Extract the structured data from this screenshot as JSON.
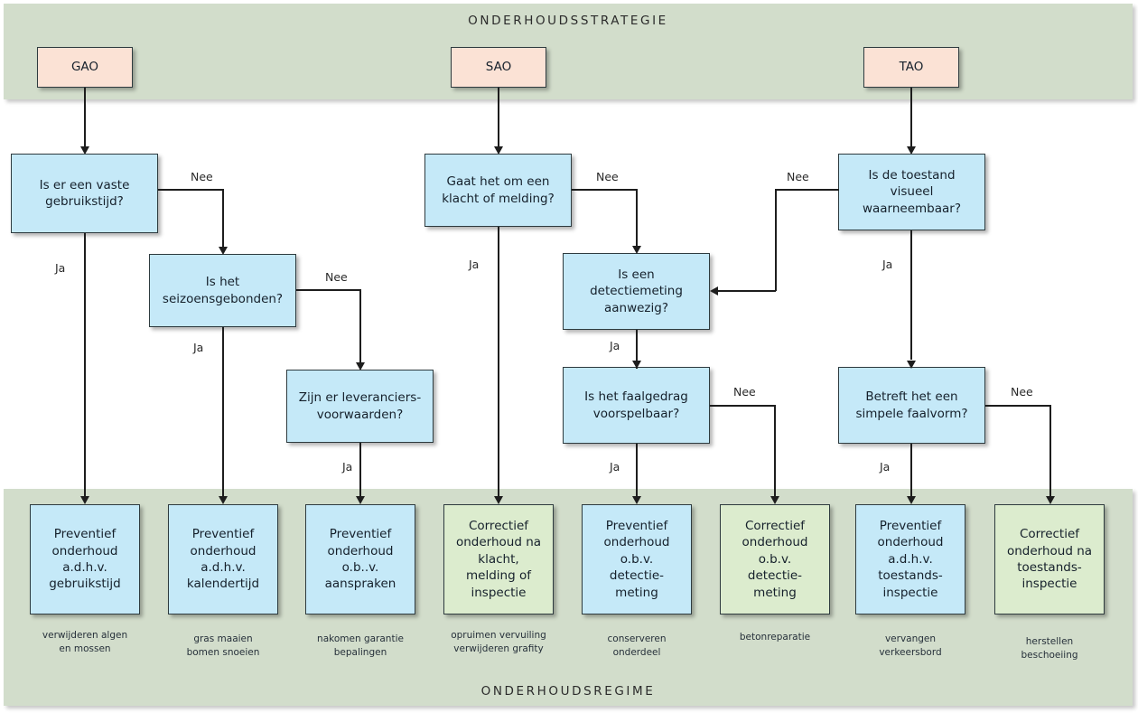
{
  "bands": {
    "top": {
      "title": "ONDERHOUDSSTRATEGIE"
    },
    "bottom": {
      "title": "ONDERHOUDSREGIME"
    }
  },
  "strategies": [
    {
      "id": "gao",
      "label": "GAO"
    },
    {
      "id": "sao",
      "label": "SAO"
    },
    {
      "id": "tao",
      "label": "TAO"
    }
  ],
  "decisions": [
    {
      "id": "vaste-gebruikstijd",
      "label": "Is er een vaste\ngebruikstijd?"
    },
    {
      "id": "seizoensgebonden",
      "label": "Is het\nseizoensgebonden?"
    },
    {
      "id": "leveranciersvoorwaarden",
      "label": "Zijn er leveranciers-\nvoorwaarden?"
    },
    {
      "id": "klacht-of-melding",
      "label": "Gaat het om een\nklacht of melding?"
    },
    {
      "id": "detectiemeting",
      "label": "Is een\ndetectiemeting\naanwezig?"
    },
    {
      "id": "faalgedrag",
      "label": "Is het faalgedrag\nvoorspelbaar?"
    },
    {
      "id": "toestand-visueel",
      "label": "Is de toestand\nvisueel\nwaarneembaar?"
    },
    {
      "id": "simpele-faalvorm",
      "label": "Betreft het een\nsimpele faalvorm?"
    }
  ],
  "outcomes": [
    {
      "id": "preventief-gebruikstijd",
      "kind": "preventief",
      "label": "Preventief\nonderhoud\na.d.h.v.\ngebruikstijd",
      "caption": "verwijderen algen\nen mossen"
    },
    {
      "id": "preventief-kalendertijd",
      "kind": "preventief",
      "label": "Preventief\nonderhoud\na.d.h.v.\nkalendertijd",
      "caption": "gras maaien\nbomen snoeien"
    },
    {
      "id": "preventief-aanspraken",
      "kind": "preventief",
      "label": "Preventief\nonderhoud\no.b..v.\naanspraken",
      "caption": "nakomen garantie\nbepalingen"
    },
    {
      "id": "correctief-klacht",
      "kind": "correctief",
      "label": "Correctief\nonderhoud na\nklacht,\nmelding of\ninspectie",
      "caption": "opruimen vervuiling\nverwijderen grafity"
    },
    {
      "id": "preventief-detectiemeting",
      "kind": "preventief",
      "label": "Preventief\nonderhoud\no.b.v.\ndetectie-\nmeting",
      "caption": "conserveren\nonderdeel"
    },
    {
      "id": "correctief-detectiemeting",
      "kind": "correctief",
      "label": "Correctief\nonderhoud\no.b.v.\ndetectie-\nmeting",
      "caption": "betonreparatie"
    },
    {
      "id": "preventief-toestandsinspectie",
      "kind": "preventief",
      "label": "Preventief\nonderhoud\na.d.h.v.\ntoestands-\ninspectie",
      "caption": "vervangen\nverkeersbord"
    },
    {
      "id": "correctief-toestandsinspectie",
      "kind": "correctief",
      "label": "Correctief\nonderhoud na\ntoestands-\ninspectie",
      "caption": "herstellen\nbeschoeiing"
    }
  ],
  "edge_labels": {
    "ja": "Ja",
    "nee": "Nee"
  },
  "edges": [
    {
      "id": "vaste-gebruikstijd-nee",
      "label": "Nee"
    },
    {
      "id": "vaste-gebruikstijd-ja",
      "label": "Ja"
    },
    {
      "id": "seizoensgebonden-nee",
      "label": "Nee"
    },
    {
      "id": "seizoensgebonden-ja",
      "label": "Ja"
    },
    {
      "id": "leveranciersvoorwaarden-ja",
      "label": "Ja"
    },
    {
      "id": "klacht-of-melding-nee",
      "label": "Nee"
    },
    {
      "id": "klacht-of-melding-ja",
      "label": "Ja"
    },
    {
      "id": "detectiemeting-ja",
      "label": "Ja"
    },
    {
      "id": "faalgedrag-nee",
      "label": "Nee"
    },
    {
      "id": "faalgedrag-ja",
      "label": "Ja"
    },
    {
      "id": "toestand-visueel-nee",
      "label": "Nee"
    },
    {
      "id": "toestand-visueel-ja",
      "label": "Ja"
    },
    {
      "id": "simpele-faalvorm-nee",
      "label": "Nee"
    },
    {
      "id": "simpele-faalvorm-ja",
      "label": "Ja"
    }
  ],
  "colors": {
    "band": "#d2ddcb",
    "strategy_box": "#fbe2d5",
    "preventief_box": "#c5e9f8",
    "correctief_box": "#dcecce",
    "stroke": "#2e3b3f",
    "connector": "#1d1d1d"
  }
}
